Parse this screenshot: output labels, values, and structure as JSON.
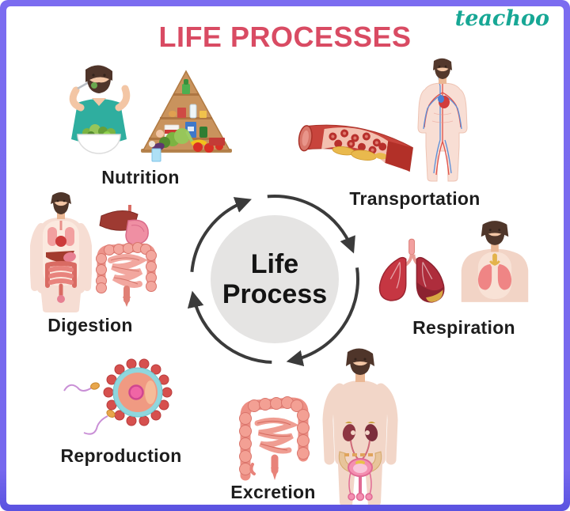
{
  "header": {
    "title": "LIFE PROCESSES",
    "brand": "teachoo"
  },
  "center": {
    "line1": "Life",
    "line2": "Process",
    "cycle_direction": "clockwise"
  },
  "processes": {
    "nutrition": {
      "label": "Nutrition"
    },
    "transportation": {
      "label": "Transportation"
    },
    "digestion": {
      "label": "Digestion"
    },
    "respiration": {
      "label": "Respiration"
    },
    "reproduction": {
      "label": "Reproduction"
    },
    "excretion": {
      "label": "Excretion"
    }
  },
  "colors": {
    "border": "#7b6cf0",
    "title": "#d94b63",
    "brand": "#17a795",
    "center_circle": "#e5e4e3",
    "arrow": "#3b3b3b",
    "label_text": "#1d1d1d"
  }
}
